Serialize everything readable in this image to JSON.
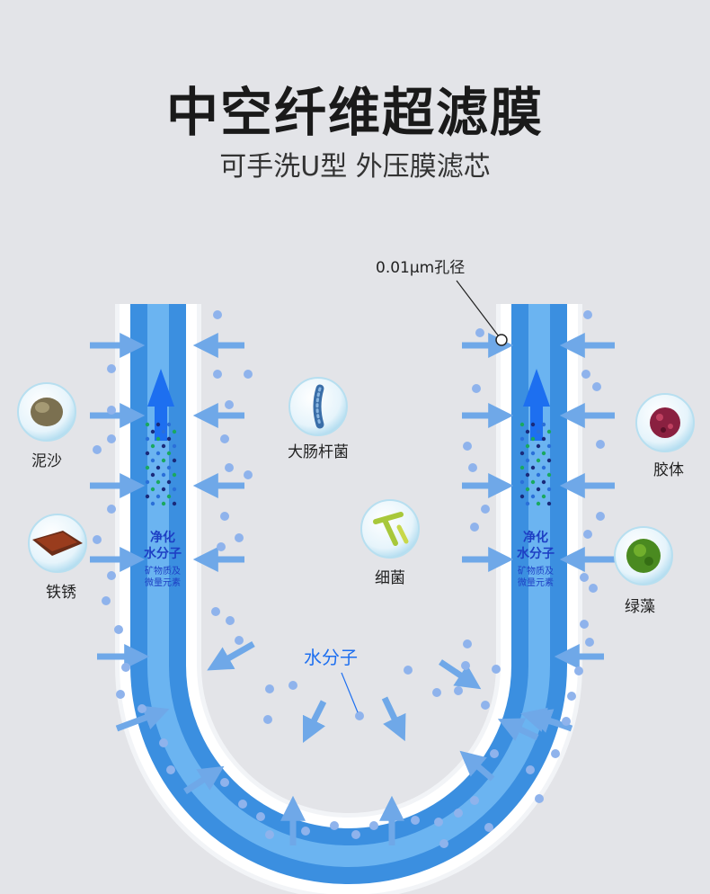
{
  "header": {
    "title": "中空纤维超滤膜",
    "subtitle": "可手洗U型 外压膜滤芯"
  },
  "diagram": {
    "pore_label": "0.01μm孔径",
    "water_molecule_label": "水分子",
    "left_inner_label": {
      "line1": "净化",
      "line2": "水分子",
      "small1": "矿物质及",
      "small2": "微量元素"
    },
    "right_inner_label": {
      "line1": "净化",
      "line2": "水分子",
      "small1": "矿物质及",
      "small2": "微量元素"
    },
    "contaminants": [
      {
        "label": "泥沙",
        "icon": "sand-icon"
      },
      {
        "label": "铁锈",
        "icon": "rust-icon"
      },
      {
        "label": "大肠杆菌",
        "icon": "ecoli-icon"
      },
      {
        "label": "细菌",
        "icon": "bacteria-icon"
      },
      {
        "label": "胶体",
        "icon": "colloid-icon"
      },
      {
        "label": "绿藻",
        "icon": "algae-icon"
      }
    ]
  },
  "colors": {
    "background": "#e3e4e8",
    "tube_blue": "#3b8fe0",
    "tube_light": "#7cc0f7",
    "membrane_white": "#ffffff",
    "arrow_blue": "#6fa8e8",
    "dot_blue": "#8fb3ec",
    "label_blue": "#1d3fc4",
    "accent_blue": "#1d6ff0"
  }
}
